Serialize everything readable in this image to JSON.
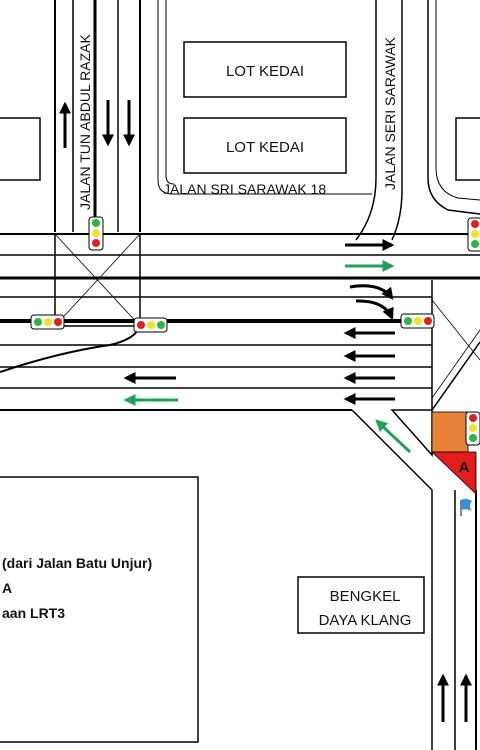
{
  "roads": {
    "tun_abdul_razak": "JALAN TUN ABDUL RAZAK",
    "seri_sarawak": "JALAN SERI SARAWAK",
    "sri_sarawak_18": "JALAN SRI SARAWAK 18"
  },
  "buildings": {
    "lot_kedai_1": "LOT KEDAI",
    "lot_kedai_2": "LOT KEDAI",
    "bengkel_line1": "BENGKEL",
    "bengkel_line2": "DAYA KLANG"
  },
  "info_box": {
    "line1": "(dari Jalan Batu Unjur)",
    "line2": "A",
    "line3": "aan LRT3"
  },
  "marker": {
    "label": "A"
  },
  "colors": {
    "road_line": "#000000",
    "green_arrow": "#22a05a",
    "marker_red": "#e51c1c",
    "marker_orange": "#e8823a",
    "signal_red": "#e02020",
    "signal_yellow": "#f2e22a",
    "signal_green": "#2fb344",
    "flag_blue": "#3a8fd8"
  },
  "icons": [
    "traffic-light-icon",
    "arrow-icon",
    "flag-icon",
    "warning-marker-icon"
  ]
}
